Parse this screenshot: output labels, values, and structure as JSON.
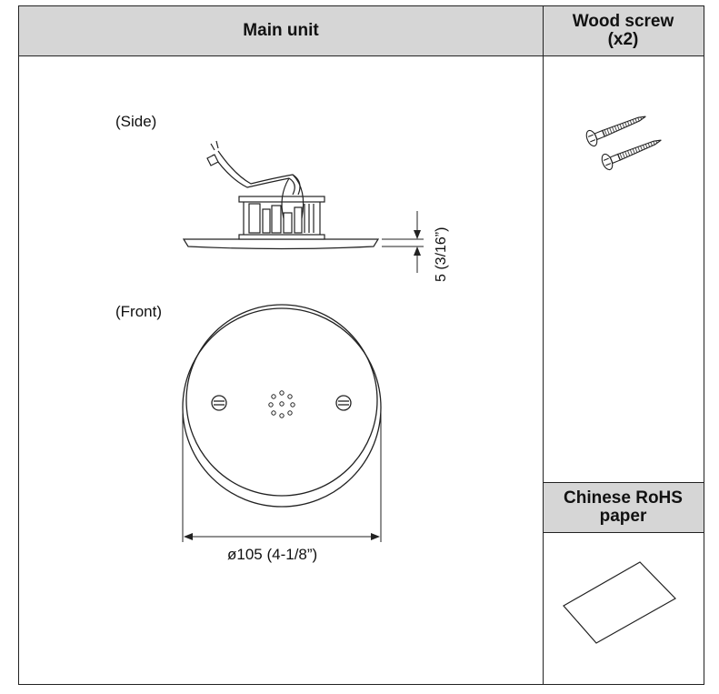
{
  "table": {
    "main_unit_header": "Main unit",
    "wood_screw_header_line1": "Wood screw",
    "wood_screw_header_line2": "(x2)",
    "rohs_header_line1": "Chinese RoHS",
    "rohs_header_line2": "paper"
  },
  "labels": {
    "side_view": "(Side)",
    "front_view": "(Front)",
    "height_dim": "5 (3/16”)",
    "diameter_dim": "ø105 (4-1/8”)"
  },
  "colors": {
    "header_bg": "#d6d6d6",
    "line": "#222222"
  }
}
